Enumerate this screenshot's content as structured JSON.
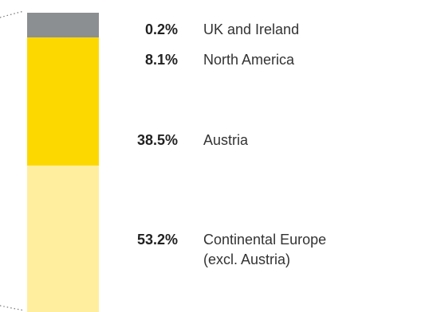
{
  "chart_data": {
    "type": "bar",
    "stacked": true,
    "orientation": "vertical",
    "unit": "%",
    "segments": [
      {
        "label": "UK and Ireland",
        "value": 0.2,
        "value_text": "0.2%",
        "color": "#8c8f92"
      },
      {
        "label": "North America",
        "value": 8.1,
        "value_text": "8.1%",
        "color": "#fdd800"
      },
      {
        "label": "Austria",
        "value": 38.5,
        "value_text": "38.5%",
        "color": "#fdd800"
      },
      {
        "label": "Continental Europe (excl. Austria)",
        "label_lines": [
          "Continental Europe",
          "(excl. Austria)"
        ],
        "value": 53.2,
        "value_text": "53.2%",
        "color": "#ffee9e"
      }
    ]
  }
}
